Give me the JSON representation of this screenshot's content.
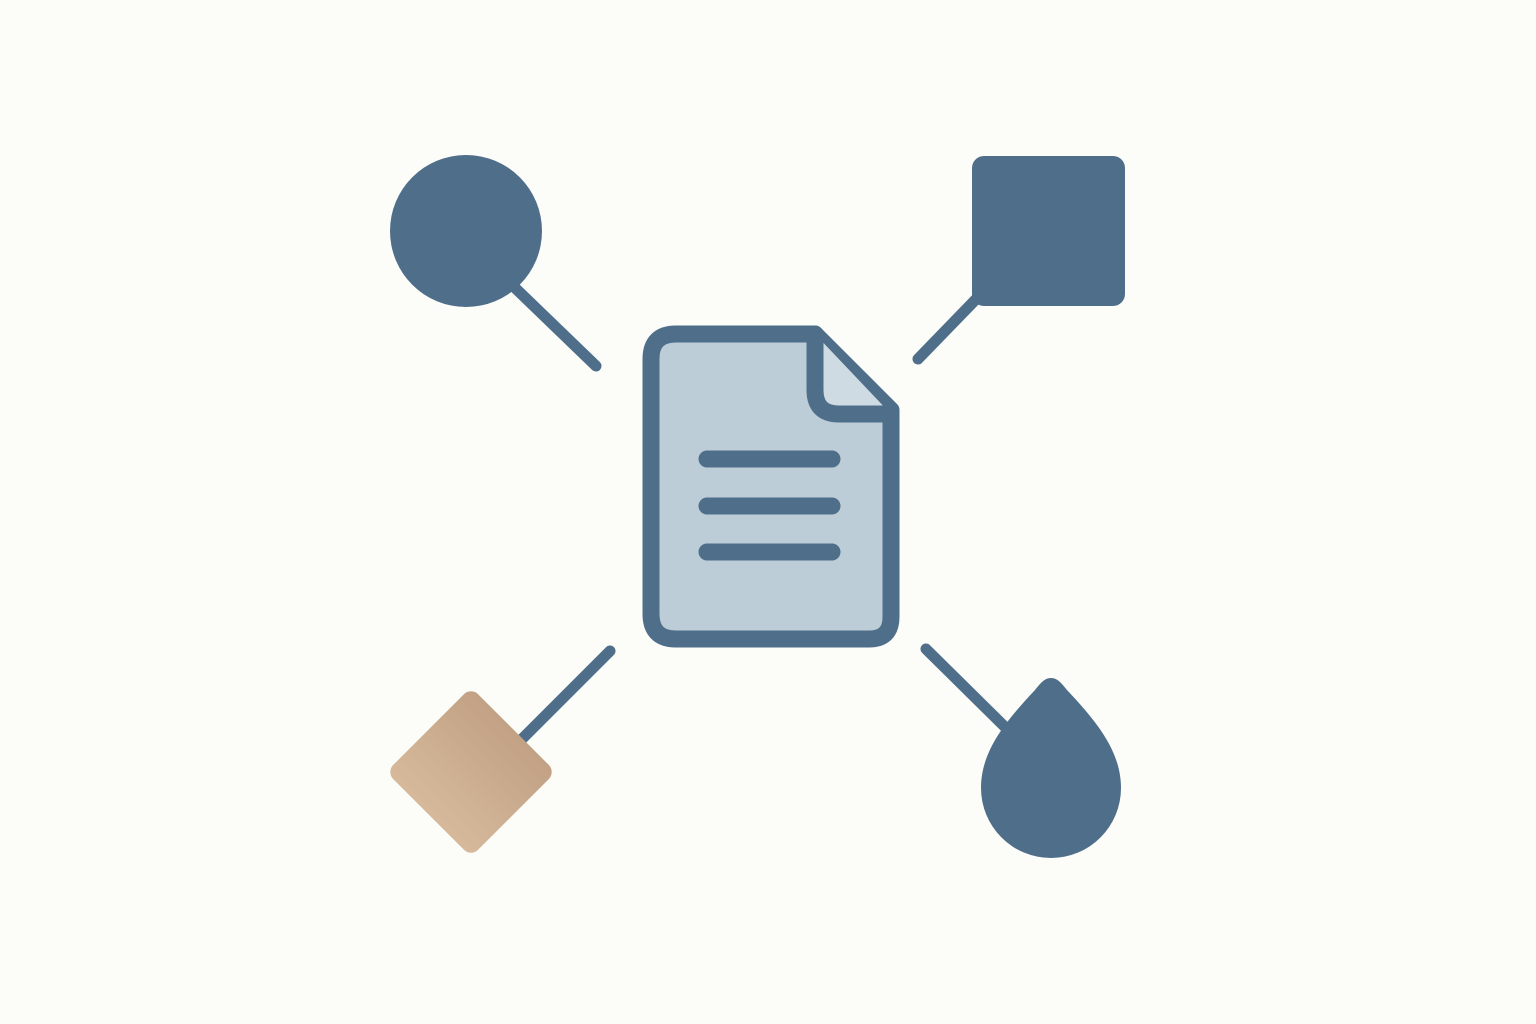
{
  "diagram": {
    "background": "#fcfcf9",
    "primary_color": "#4f6e8a",
    "document_fill": "#bdcdd8",
    "accent_gradient": [
      "#c2a184",
      "#d6b99b"
    ],
    "center_node": {
      "icon": "document-icon",
      "text_lines": 3
    },
    "nodes": [
      {
        "icon": "circle-icon",
        "position": "top-left"
      },
      {
        "icon": "square-icon",
        "position": "top-right"
      },
      {
        "icon": "diamond-icon",
        "position": "bottom-left"
      },
      {
        "icon": "droplet-icon",
        "position": "bottom-right"
      }
    ]
  }
}
